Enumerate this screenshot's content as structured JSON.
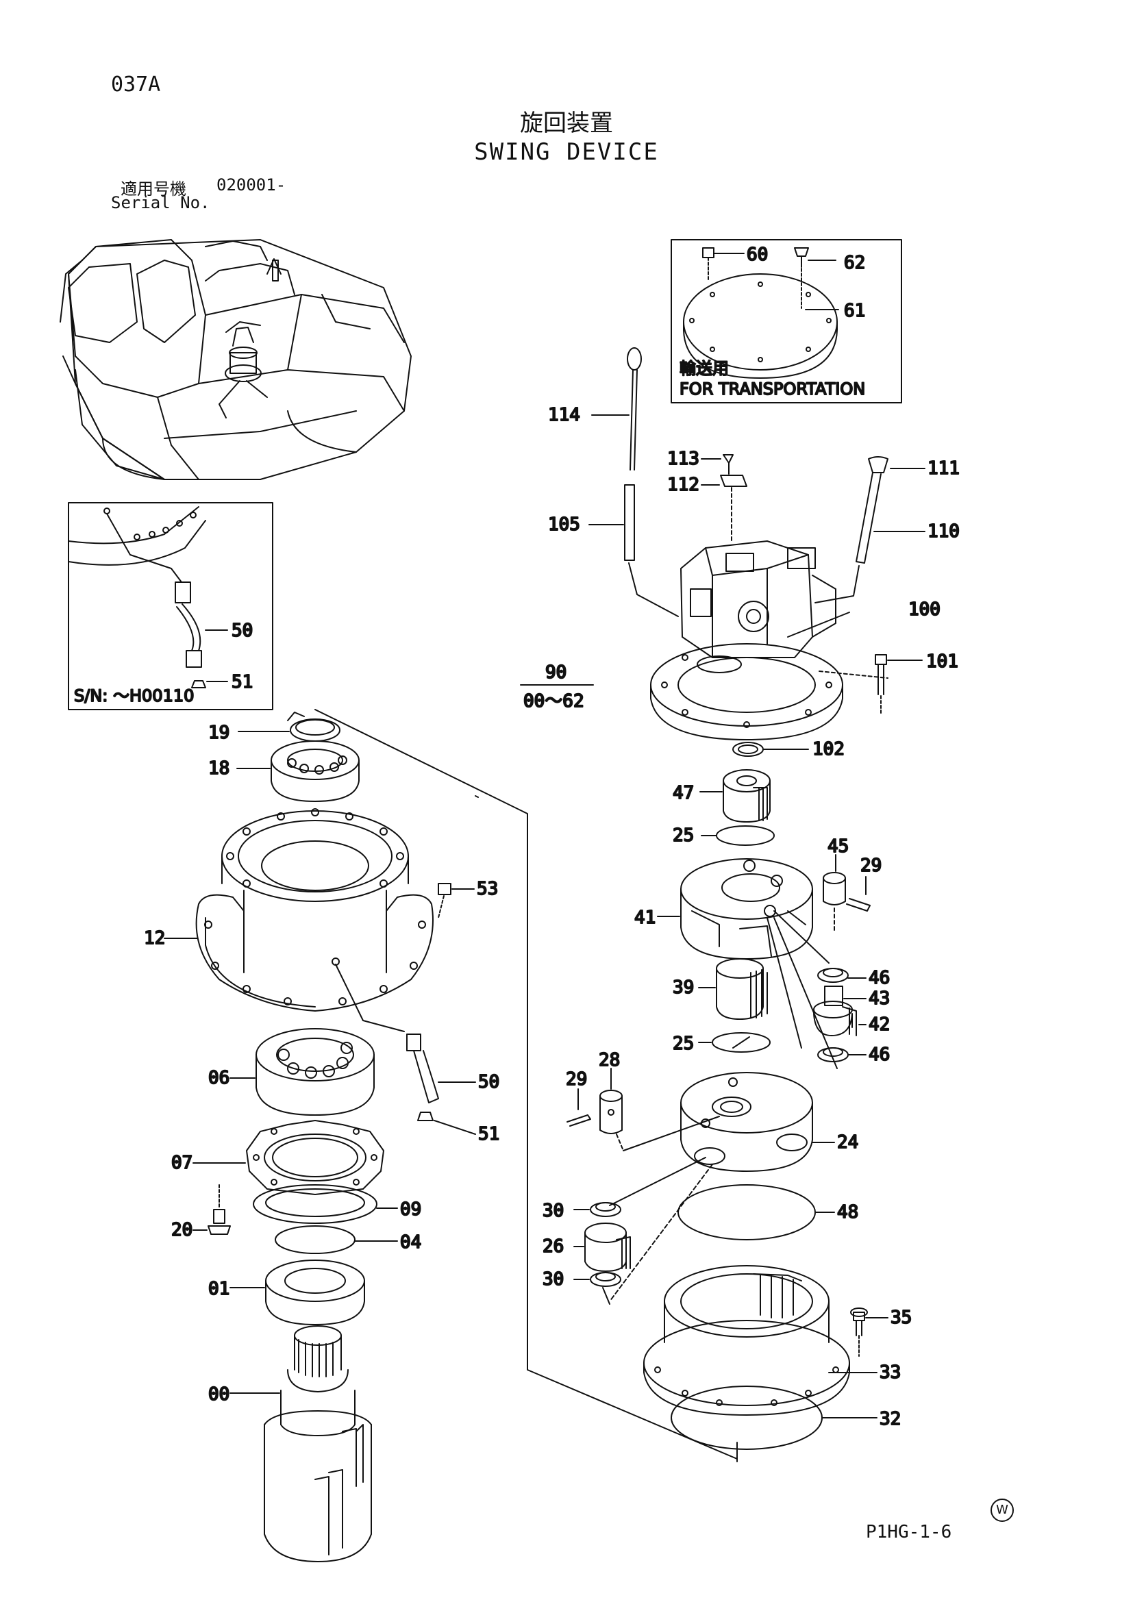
{
  "header": {
    "code": "037A",
    "title_jp": "旋回装置",
    "title_en": "SWING DEVICE",
    "serial_label_jp": "適用号機",
    "serial_value": "020001-",
    "serial_label_en": "Serial No."
  },
  "inset_transport": {
    "label_jp": "輸送用",
    "label_en": "FOR TRANSPORTATION",
    "parts": [
      "60",
      "62",
      "61"
    ]
  },
  "inset_serial": {
    "label": "S/N: ～H00110",
    "parts": [
      "50",
      "51"
    ]
  },
  "assembly_ref": {
    "number": "90",
    "range": "00～62"
  },
  "part_labels": {
    "p114": "114",
    "p113": "113",
    "p112": "112",
    "p111": "111",
    "p110": "110",
    "p105": "105",
    "p100": "100",
    "p101": "101",
    "p102": "102",
    "p47": "47",
    "p25a": "25",
    "p45": "45",
    "p29a": "29",
    "p41": "41",
    "p46a": "46",
    "p43": "43",
    "p42": "42",
    "p46b": "46",
    "p39": "39",
    "p25b": "25",
    "p28": "28",
    "p29b": "29",
    "p24": "24",
    "p48": "48",
    "p30a": "30",
    "p26": "26",
    "p30b": "30",
    "p35": "35",
    "p33": "33",
    "p32": "32",
    "p19": "19",
    "p18": "18",
    "p53": "53",
    "p12": "12",
    "p06": "06",
    "p50": "50",
    "p51": "51",
    "p07": "07",
    "p09": "09",
    "p20": "20",
    "p04": "04",
    "p01": "01",
    "p00": "00"
  },
  "footer": {
    "page_ref": "P1HG-1-6",
    "mark": "W"
  }
}
